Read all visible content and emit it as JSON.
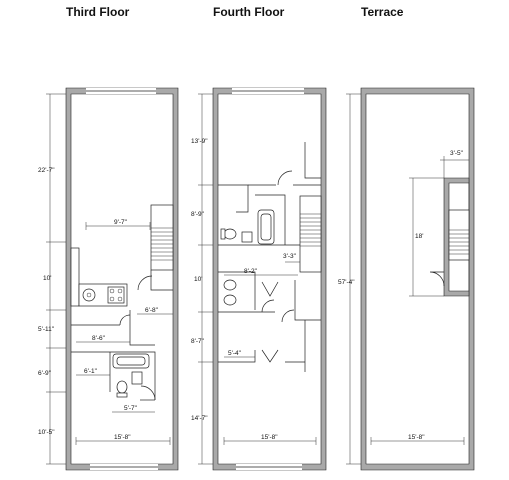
{
  "floors": [
    {
      "title": "Third Floor",
      "dims": {
        "d1": "22'-7\"",
        "d2": "9'-7\"",
        "d3": "10'",
        "d4": "6'-8\"",
        "d5": "5'-11\"",
        "d6": "8'-6\"",
        "d7": "6'-9\"",
        "d8": "6'-1\"",
        "d9": "5'-7\"",
        "d10": "10'-5\"",
        "d11": "15'-8\""
      }
    },
    {
      "title": "Fourth Floor",
      "dims": {
        "d1": "13'-9\"",
        "d2": "8'-9\"",
        "d3": "3'-3\"",
        "d4": "10'",
        "d5": "8'-2\"",
        "d6": "8'-7\"",
        "d7": "5'-4\"",
        "d8": "14'-7\"",
        "d9": "15'-8\""
      }
    },
    {
      "title": "Terrace",
      "dims": {
        "d1": "3'-5\"",
        "d2": "18'",
        "d3": "57'-4\"",
        "d4": "15'-8\""
      }
    }
  ]
}
